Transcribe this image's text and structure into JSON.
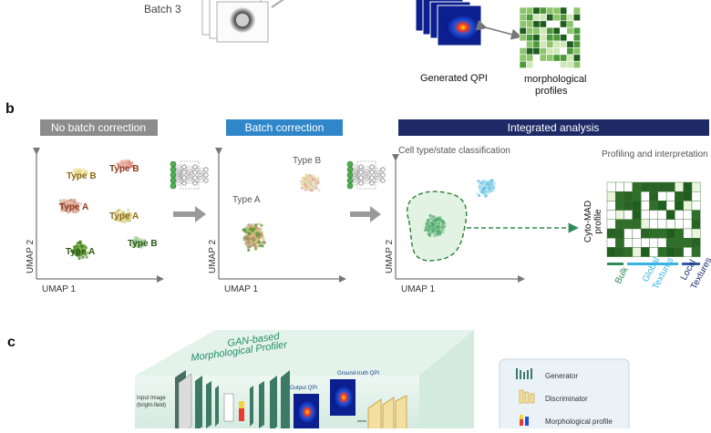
{
  "panel_a": {
    "batch_label": "Batch 3",
    "generated_qpi_label": "Generated QPI",
    "morph_profiles_line1": "morphological",
    "morph_profiles_line2": "profiles"
  },
  "panel_b": {
    "letter": "b",
    "header_no_batch": "No batch correction",
    "header_batch": "Batch correction",
    "header_integrated": "Integrated analysis",
    "umap_x": "UMAP 1",
    "umap_y": "UMAP 2",
    "type_a": "Type A",
    "type_b": "Type B",
    "classification_title": "Cell type/state classification",
    "profiling_title": "Profiling and interpretation",
    "heatmap_label_line1": "Cyto-MAD",
    "heatmap_label_line2": "profile",
    "group_bulk": "Bulk",
    "group_global_line1": "Global",
    "group_global_line2": "Textures",
    "group_local_line1": "Local",
    "group_local_line2": "Textures"
  },
  "panel_c": {
    "letter": "c",
    "title_line1": "GAN-based",
    "title_line2": "Morphological Profiler",
    "input_line1": "Input Image",
    "input_line2": "(bright-field)",
    "output_qpi": "Output QPI",
    "ground_truth_qpi": "Ground-truth QPI",
    "legend_generator": "Generator",
    "legend_discriminator": "Discriminator",
    "legend_profile": "Morphological profile"
  },
  "colors": {
    "header_gray": "#8c8c8c",
    "header_blue": "#2f86c9",
    "header_navy": "#1d2a66",
    "bulk_green": "#2e8b57",
    "global_cyan": "#37b4e3",
    "local_navy": "#1d2a66",
    "heat_dark": "#1f5e1f",
    "heat_light": "#eef7e4"
  }
}
